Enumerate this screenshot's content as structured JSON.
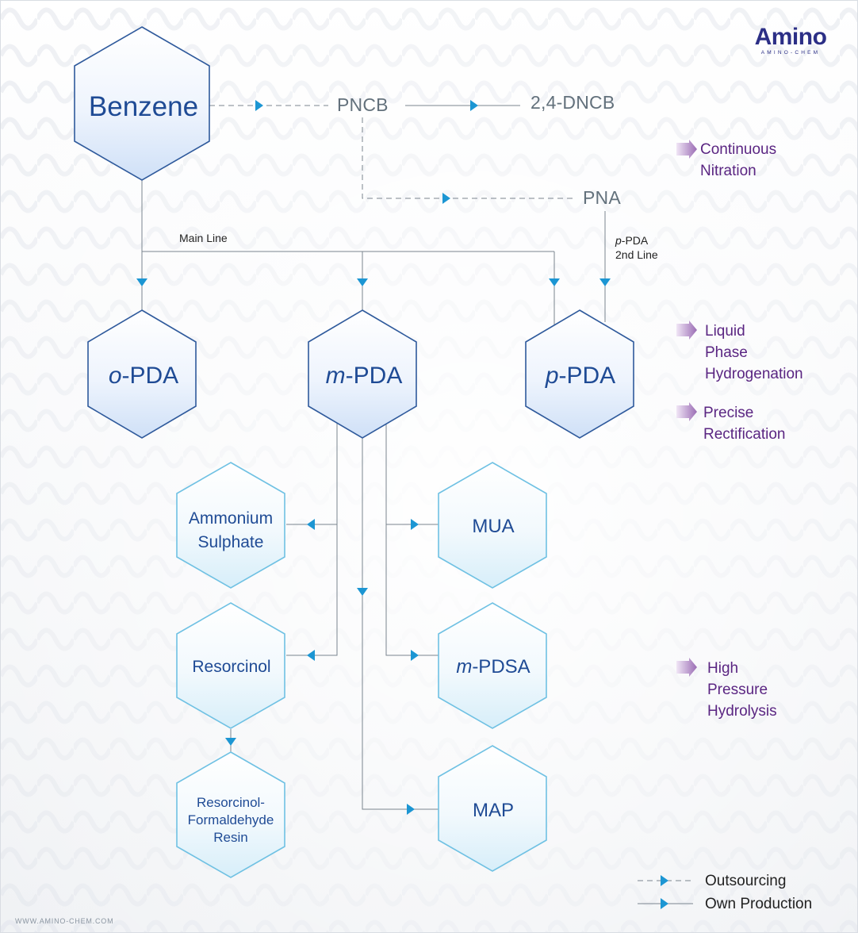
{
  "logo": {
    "brand": "Amino",
    "tagline": "AMINO-CHEM"
  },
  "website": "WWW.AMINO-CHEM.COM",
  "colors": {
    "primary_hex_stroke": "#2f5a9c",
    "secondary_hex_stroke": "#6fc1e3",
    "hex_text": "#1f4b95",
    "arrow": "#1c96d3",
    "line": "#7a858f",
    "feature_text": "#5a2582",
    "feature_arrow": "#a77bbd"
  },
  "nodes": {
    "benzene": {
      "label": "Benzene"
    },
    "o_pda": {
      "italic": "o",
      "rest": "-PDA"
    },
    "m_pda": {
      "italic": "m",
      "rest": "-PDA"
    },
    "p_pda": {
      "italic": "p",
      "rest": "-PDA"
    },
    "ammonium_sulphate": {
      "line1": "Ammonium",
      "line2": "Sulphate"
    },
    "mua": {
      "label": "MUA"
    },
    "resorcinol": {
      "label": "Resorcinol"
    },
    "m_pdsa": {
      "italic": "m",
      "rest": "-PDSA"
    },
    "rf_resin": {
      "line1": "Resorcinol-",
      "line2": "Formaldehyde",
      "line3": "Resin"
    },
    "map": {
      "label": "MAP"
    }
  },
  "flow_labels": {
    "pncb": "PNCB",
    "dncb": "2,4-DNCB",
    "pna": "PNA"
  },
  "line_labels": {
    "main_line": "Main Line",
    "ppda_line_italic": "p",
    "ppda_line_rest": "-PDA",
    "ppda_line_2": "2nd Line"
  },
  "features": [
    {
      "text": "Continuous\nNitration"
    },
    {
      "text": "Liquid\nPhase\nHydrogenation"
    },
    {
      "text": "Precise\nRectification"
    },
    {
      "text": "High\nPressure\nHydrolysis"
    }
  ],
  "legend": {
    "outsourcing": "Outsourcing",
    "own_production": "Own Production"
  }
}
